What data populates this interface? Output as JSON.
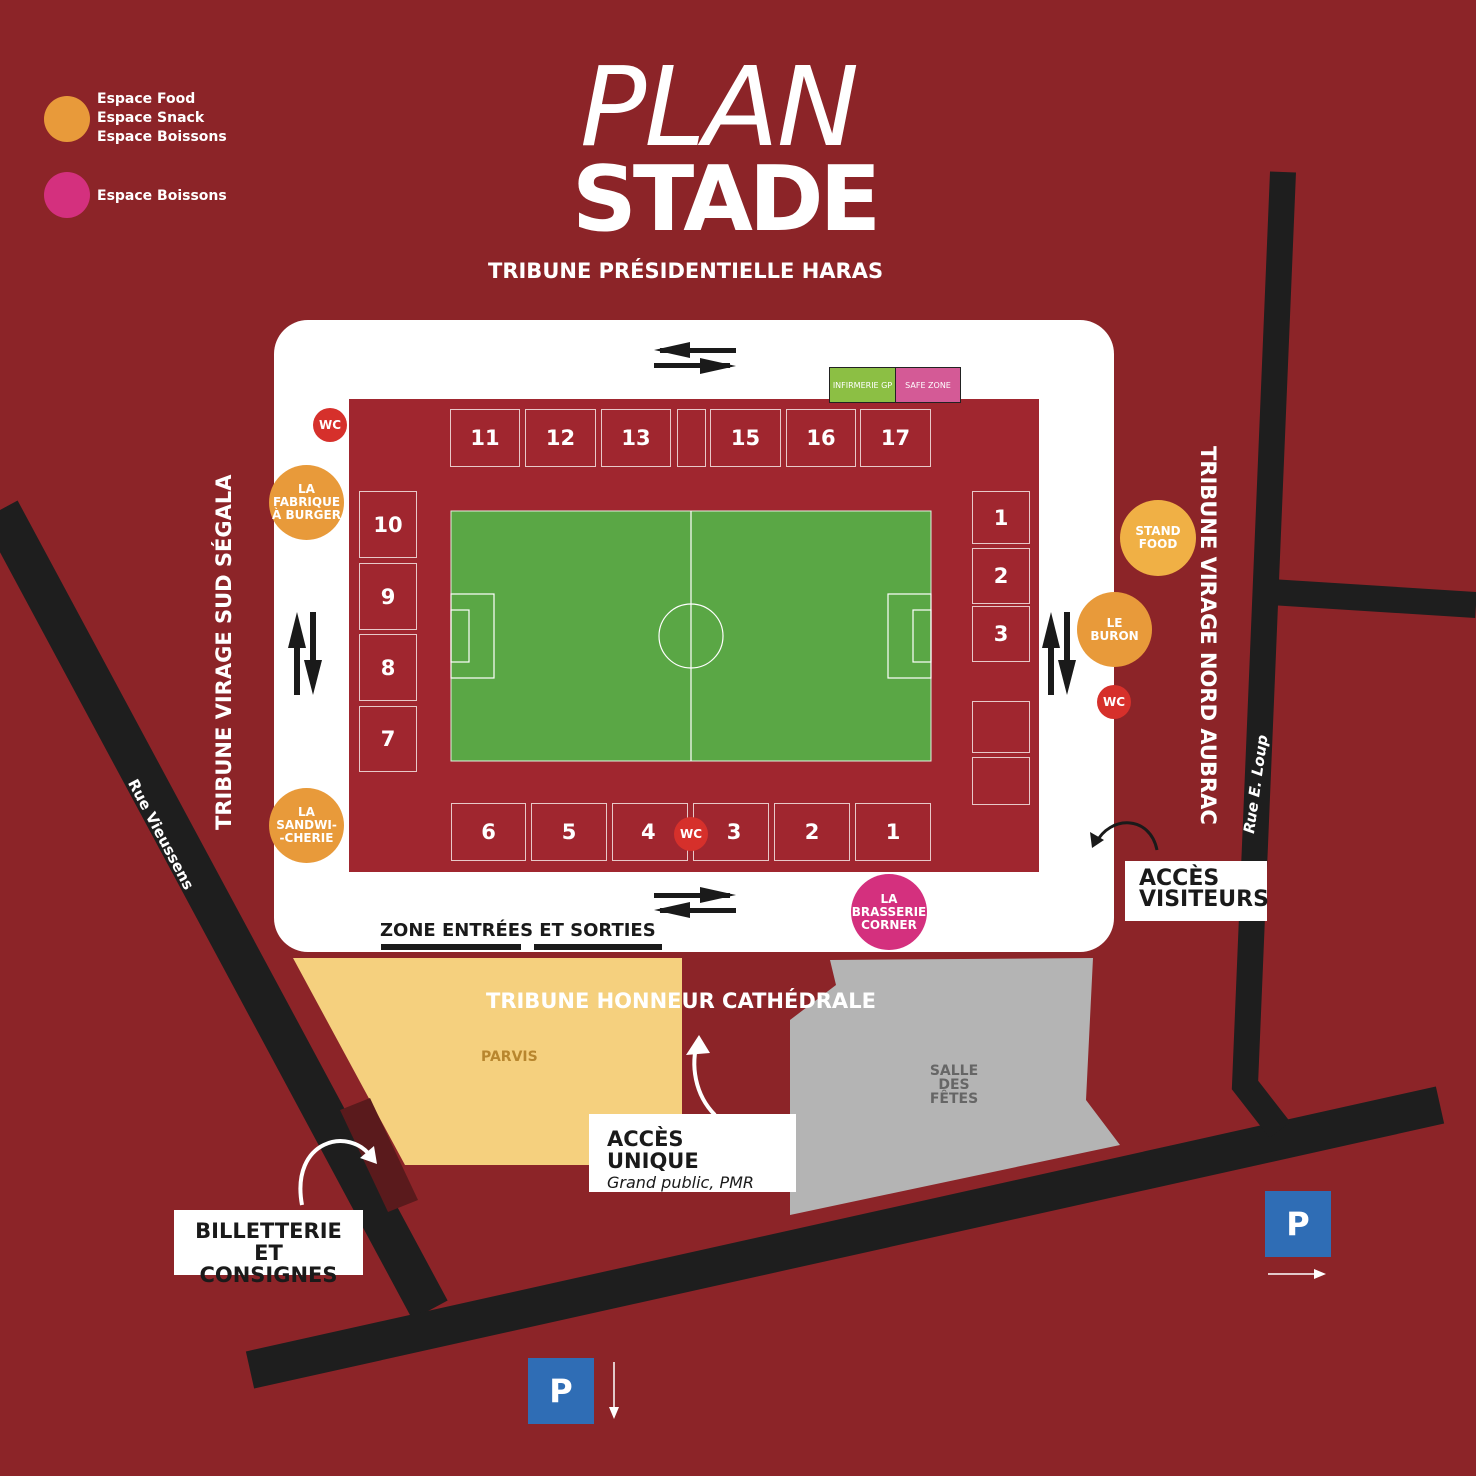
{
  "legend": [
    {
      "lines": [
        "Espace Food",
        "Espace Snack",
        "Espace Boissons"
      ],
      "color": "#e89a3a"
    },
    {
      "lines": [
        "Espace Boissons"
      ],
      "color": "#d4307e"
    }
  ],
  "title": {
    "line1": "PLAN",
    "line2": "STADE"
  },
  "tribunes": {
    "north": "TRIBUNE PRÉSIDENTIELLE HARAS",
    "west": "TRIBUNE VIRAGE SUD SÉGALA",
    "east": "TRIBUNE VIRAGE NORD AUBRAC",
    "south": "TRIBUNE HONNEUR CATHÉDRALE"
  },
  "blocks": {
    "top": [
      "11",
      "12",
      "13",
      "",
      "15",
      "16",
      "17"
    ],
    "left": [
      "10",
      "9",
      "8",
      "7"
    ],
    "right": [
      "1",
      "2",
      "3",
      "",
      ""
    ],
    "bottom": [
      "6",
      "5",
      "4",
      "3",
      "2",
      "1"
    ]
  },
  "services": {
    "infirmerie": "INFIRMERIE GP",
    "safe_zone": "SAFE ZONE",
    "wc": "WC"
  },
  "food": {
    "fabrique": "LA FABRIQUE À BURGER",
    "sandwicherie": "LA SANDWI- -CHERIE",
    "stand_food": "STAND FOOD",
    "buron": "LE BURON",
    "brasserie": "LA BRASSERIE CORNER"
  },
  "zones": {
    "entrees": "ZONE ENTRÉES ET SORTIES",
    "parvis": "PARVIS",
    "salle": "SALLE DES FÊTES"
  },
  "streets": {
    "vieussens": "Rue Vieussens",
    "loup": "Rue E. Loup"
  },
  "access": {
    "visiteurs": "ACCÈS VISITEURS",
    "unique_title": "ACCÈS UNIQUE",
    "unique_sub": "Grand public, PMR",
    "billetterie": "BILLETTERIE ET CONSIGNES"
  },
  "parking": {
    "label": "P"
  },
  "colors": {
    "background": "#8c2428",
    "stand": "#a0262f",
    "pitch": "#5aa745",
    "food": "#e89a3a",
    "drinks": "#d4307e",
    "parking": "#2f6db5"
  }
}
